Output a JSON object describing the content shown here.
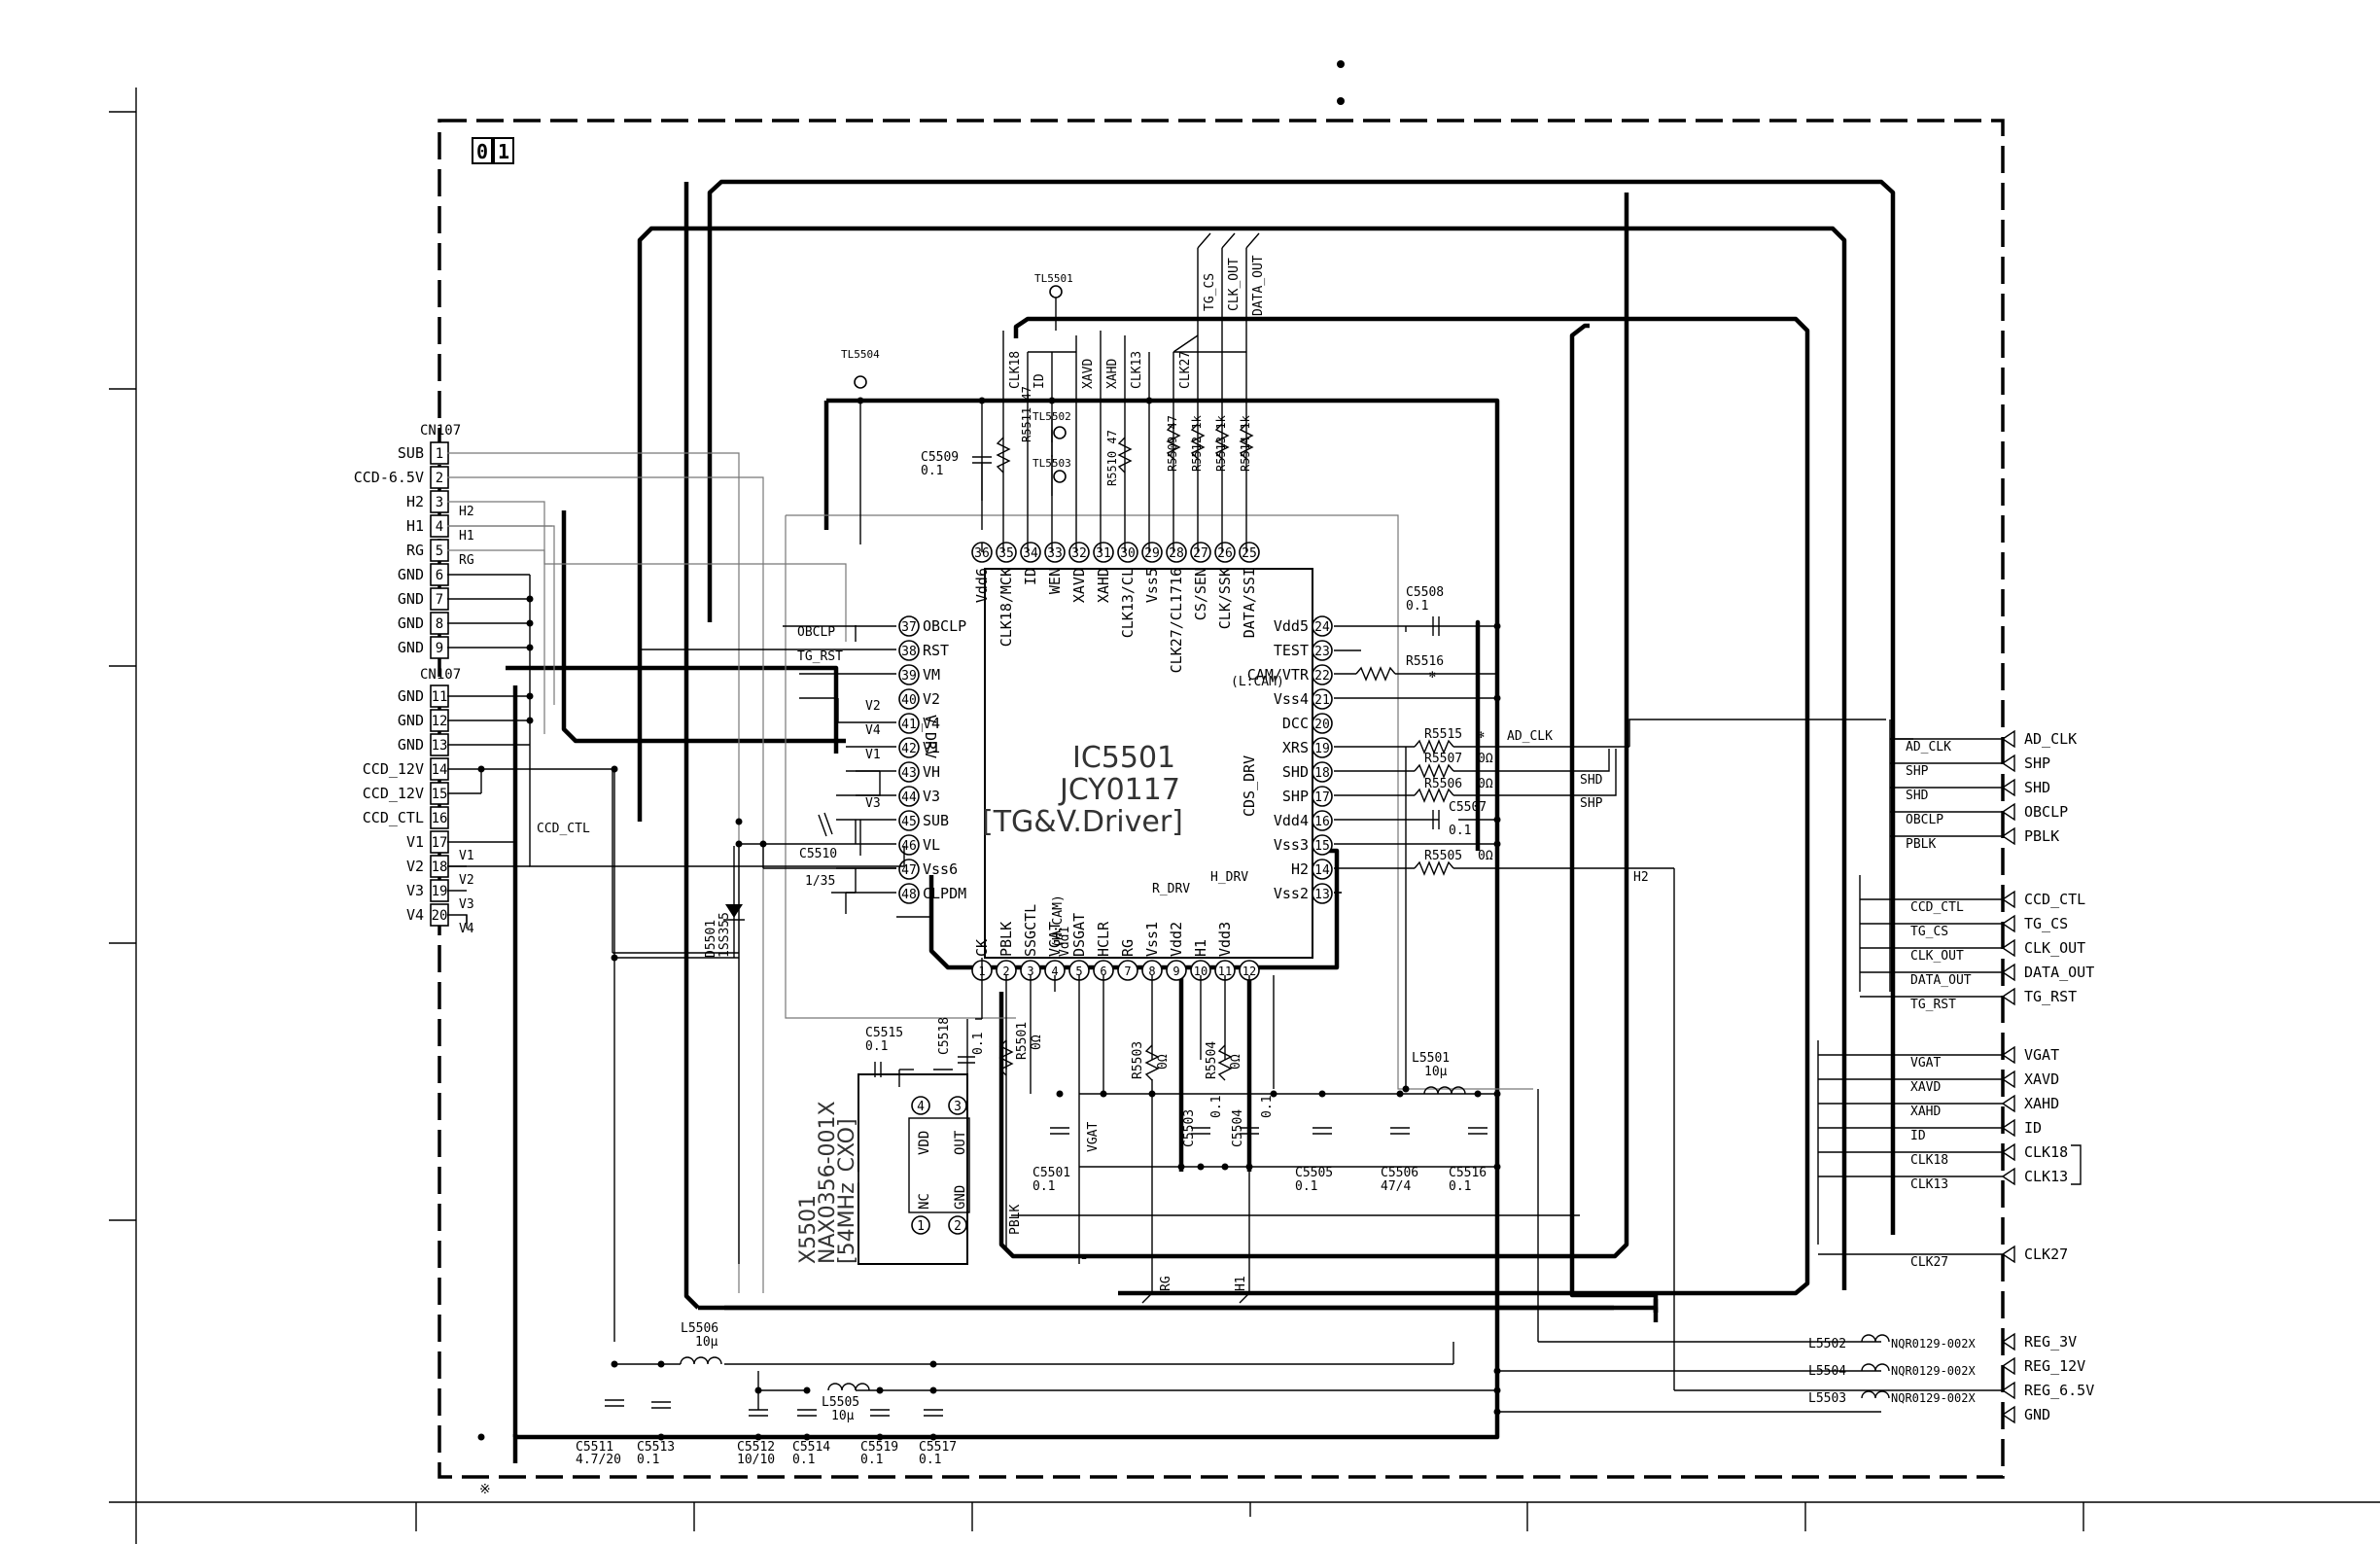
{
  "sheet_badge": [
    "0",
    "1"
  ],
  "ic": {
    "ref": "IC5501",
    "part": "JCY0117",
    "desc": "[TG&V.Driver]",
    "side_left": "V_DRV",
    "side_right": "CDS_DRV",
    "pins_top": [
      {
        "n": "36",
        "name": "Vdd6"
      },
      {
        "n": "35",
        "name": "CLK18/MCK"
      },
      {
        "n": "34",
        "name": "ID"
      },
      {
        "n": "33",
        "name": "WEN"
      },
      {
        "n": "32",
        "name": "XAVD"
      },
      {
        "n": "31",
        "name": "XAHD"
      },
      {
        "n": "30",
        "name": "CLK13/CL"
      },
      {
        "n": "29",
        "name": "Vss5"
      },
      {
        "n": "28",
        "name": "CLK27/CL1716"
      },
      {
        "n": "27",
        "name": "CS/SEN"
      },
      {
        "n": "26",
        "name": "CLK/SSK"
      },
      {
        "n": "25",
        "name": "DATA/SSI"
      }
    ],
    "pins_left": [
      {
        "n": "37",
        "name": "OBCLP"
      },
      {
        "n": "38",
        "name": "RST"
      },
      {
        "n": "39",
        "name": "VM"
      },
      {
        "n": "40",
        "name": "V2"
      },
      {
        "n": "41",
        "name": "V4"
      },
      {
        "n": "42",
        "name": "V1"
      },
      {
        "n": "43",
        "name": "VH"
      },
      {
        "n": "44",
        "name": "V3"
      },
      {
        "n": "45",
        "name": "SUB"
      },
      {
        "n": "46",
        "name": "VL"
      },
      {
        "n": "47",
        "name": "Vss6"
      },
      {
        "n": "48",
        "name": "CLPDM"
      }
    ],
    "pins_right": [
      {
        "n": "24",
        "name": "Vdd5"
      },
      {
        "n": "23",
        "name": "TEST"
      },
      {
        "n": "22",
        "name": "CAM/VTR"
      },
      {
        "n": "21",
        "name": "Vss4"
      },
      {
        "n": "20",
        "name": "DCC"
      },
      {
        "n": "19",
        "name": "XRS"
      },
      {
        "n": "18",
        "name": "SHD"
      },
      {
        "n": "17",
        "name": "SHP"
      },
      {
        "n": "16",
        "name": "Vdd4"
      },
      {
        "n": "15",
        "name": "Vss3"
      },
      {
        "n": "14",
        "name": "H2"
      },
      {
        "n": "13",
        "name": "Vss2"
      }
    ],
    "pins_bottom": [
      {
        "n": "1",
        "name": "CK"
      },
      {
        "n": "2",
        "name": "PBLK"
      },
      {
        "n": "3",
        "name": "SSGCTL"
      },
      {
        "n": "4",
        "name": "VGAT"
      },
      {
        "n": "5",
        "name": "DSGAT"
      },
      {
        "n": "6",
        "name": "HCLR"
      },
      {
        "n": "7",
        "name": "RG"
      },
      {
        "n": "8",
        "name": "Vss1"
      },
      {
        "n": "9",
        "name": "Vdd2"
      },
      {
        "n": "10",
        "name": "H1"
      },
      {
        "n": "11",
        "name": "Vdd3"
      },
      {
        "n": "12",
        "name": ""
      }
    ],
    "cam_note": "(L:CAM)",
    "ssg_note": "(H:CAM)",
    "vdd1_note": "Vdd1"
  },
  "connector_a": {
    "ref": "CN107",
    "pins": [
      {
        "n": "1",
        "name": "SUB"
      },
      {
        "n": "2",
        "name": "CCD-6.5V"
      },
      {
        "n": "3",
        "name": "H2"
      },
      {
        "n": "4",
        "name": "H1"
      },
      {
        "n": "5",
        "name": "RG"
      },
      {
        "n": "6",
        "name": "GND"
      },
      {
        "n": "7",
        "name": "GND"
      },
      {
        "n": "8",
        "name": "GND"
      },
      {
        "n": "9",
        "name": "GND"
      }
    ]
  },
  "connector_b": {
    "ref": "CN107",
    "pins": [
      {
        "n": "11",
        "name": "GND"
      },
      {
        "n": "12",
        "name": "GND"
      },
      {
        "n": "13",
        "name": "GND"
      },
      {
        "n": "14",
        "name": "CCD_12V"
      },
      {
        "n": "15",
        "name": "CCD_12V"
      },
      {
        "n": "16",
        "name": "CCD_CTL"
      },
      {
        "n": "17",
        "name": "V1"
      },
      {
        "n": "18",
        "name": "V2"
      },
      {
        "n": "19",
        "name": "V3"
      },
      {
        "n": "20",
        "name": "V4"
      }
    ]
  },
  "net_labels": {
    "h2": "H2",
    "h1": "H1",
    "rg": "RG",
    "v1": "V1",
    "v2": "V2",
    "v3": "V3",
    "v4": "V4",
    "obclp": "OBCLP",
    "tg_rst": "TG_RST",
    "ccd_ctl": "CCD_CTL",
    "v2i": "V2",
    "v4i": "V4",
    "v1i": "V1",
    "v3i": "V3",
    "ad_clk": "AD_CLK",
    "shd": "SHD",
    "shp": "SHP",
    "r_drv": "R_DRV",
    "h_drv": "H_DRV",
    "h2r": "H2",
    "vgat": "VGAT",
    "pblk": "PBLK",
    "rg_b": "RG",
    "h1_b": "H1",
    "clk18": "CLK18",
    "id": "ID",
    "xavd": "XAVD",
    "xahd": "XAHD",
    "clk13": "CLK13",
    "clk27": "CLK27",
    "tg_cs": "TG_CS",
    "clk_out": "CLK_OUT",
    "data_out": "DATA_OUT"
  },
  "parts": {
    "tl5501": "TL5501",
    "tl5504": "TL5504",
    "tl5502": "TL5502",
    "tl5503": "TL5503",
    "r5511": "R5511 47",
    "r5510": "R5510 47",
    "r5509": "R5509 47",
    "r5512": "R5512 1k",
    "r5513": "R5513 1k",
    "r5514": "R5514 1k",
    "c5509": "C5509",
    "c5509v": "0.1",
    "c5508": "C5508",
    "c5508v": "0.1",
    "r5516": "R5516",
    "r5516v": "✻",
    "r5515": "R5515",
    "r5515v": "✻",
    "r5507": "R5507",
    "r5507v": "0Ω",
    "r5506": "R5506",
    "r5506v": "0Ω",
    "c5507": "C5507",
    "c5507v": "0.1",
    "r5505": "R5505",
    "r5505v": "0Ω",
    "c5510": "C5510",
    "c5510v": "1/35",
    "d5501": "D5501",
    "d5501v": "1SS355",
    "c5515": "C5515",
    "c5515v": "0.1",
    "c5518": "C5518",
    "c5518v": "0.1",
    "r5501": "R5501",
    "r5501v": "0Ω",
    "r5503": "R5503",
    "r5503v": "0Ω",
    "r5504": "R5504",
    "r5504v": "0Ω",
    "c5503": "C5503",
    "c5503v": "0.1",
    "c5504": "C5504",
    "c5504v": "0.1",
    "c5501": "C5501",
    "c5501v": "0.1",
    "c5505": "C5505",
    "c5505v": "0.1",
    "c5506": "C5506",
    "c5506v": "47/4",
    "c5516": "C5516",
    "c5516v": "0.1",
    "l5501": "L5501",
    "l5501v": "10µ",
    "l5506": "L5506",
    "l5506v": "10µ",
    "l5505": "L5505",
    "l5505v": "10µ",
    "c5511": "C5511",
    "c5511v": "4.7/20",
    "c5513": "C5513",
    "c5513v": "0.1",
    "c5512": "C5512",
    "c5512v": "10/10",
    "c5514": "C5514",
    "c5514v": "0.1",
    "c5519": "C5519",
    "c5519v": "0.1",
    "c5517": "C5517",
    "c5517v": "0.1",
    "l5502": "L5502",
    "l5504": "L5504",
    "l5503": "L5503",
    "ngr": "NQR0129-002X",
    "x5501": "X5501",
    "x5501_part": "NAX0356-001X",
    "x5501_desc": "[54MHz_CXO]",
    "x_vdd": "VDD",
    "x_out": "OUT",
    "x_nc": "NC",
    "x_gnd": "GND"
  },
  "right_bus": {
    "group1": [
      {
        "label": "AD_CLK",
        "out": "AD_CLK"
      },
      {
        "label": "SHP",
        "out": "SHP"
      },
      {
        "label": "SHD",
        "out": "SHD"
      },
      {
        "label": "OBCLP",
        "out": "OBCLP"
      },
      {
        "label": "PBLK",
        "out": "PBLK"
      }
    ],
    "group2": [
      {
        "label": "CCD_CTL",
        "out": "CCD_CTL"
      },
      {
        "label": "TG_CS",
        "out": "TG_CS"
      },
      {
        "label": "CLK_OUT",
        "out": "CLK_OUT"
      },
      {
        "label": "DATA_OUT",
        "out": "DATA_OUT"
      },
      {
        "label": "TG_RST",
        "out": "TG_RST"
      }
    ],
    "group3": [
      {
        "label": "VGAT",
        "out": "VGAT"
      },
      {
        "label": "XAVD",
        "out": "XAVD"
      },
      {
        "label": "XAHD",
        "out": "XAHD"
      },
      {
        "label": "ID",
        "out": "ID"
      },
      {
        "label": "CLK18",
        "out": "CLK18"
      },
      {
        "label": "CLK13",
        "out": "CLK13"
      }
    ],
    "clk27": {
      "label": "CLK27",
      "out": "CLK27"
    },
    "power": [
      {
        "out": "REG_3V"
      },
      {
        "out": "REG_12V"
      },
      {
        "out": "REG_6.5V"
      },
      {
        "out": "GND"
      }
    ]
  },
  "footnote": "※"
}
